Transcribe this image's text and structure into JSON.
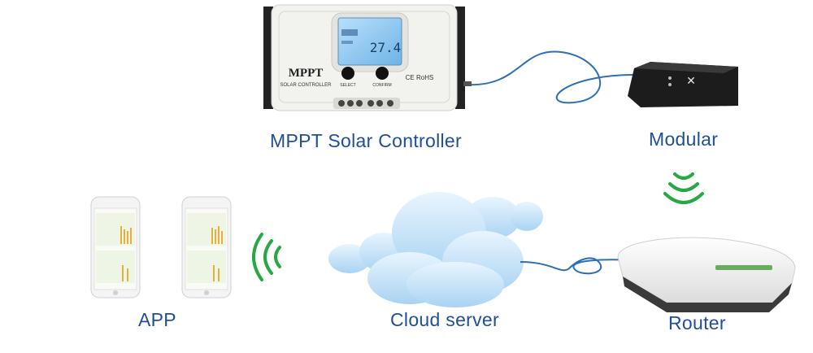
{
  "colors": {
    "label": "#1f4e9a",
    "cable": "#2f6fb8",
    "wifi": "#28a745",
    "controller_body": "#f2f2ef",
    "lcd": "#8fc7ee",
    "cloud": "#bfe0f7",
    "modular_body": "#1c1c1c",
    "router_body": "#f7f7f7"
  },
  "nodes": {
    "controller": {
      "label": "MPPT Solar Controller",
      "brand": "MPPT",
      "subtitle": "SOLAR CONTROLLER",
      "lcd_value": "27.4",
      "button_select": "SELECT",
      "button_confirm": "CONFIRM",
      "cert": "CE RoHS"
    },
    "modular": {
      "label": "Modular"
    },
    "router": {
      "label": "Router"
    },
    "cloud": {
      "label": "Cloud server"
    },
    "app": {
      "label": "APP"
    }
  },
  "icons": [
    "cable-icon",
    "wifi-signal-icon",
    "phone-icon",
    "cloud-icon",
    "router-icon",
    "module-icon"
  ]
}
